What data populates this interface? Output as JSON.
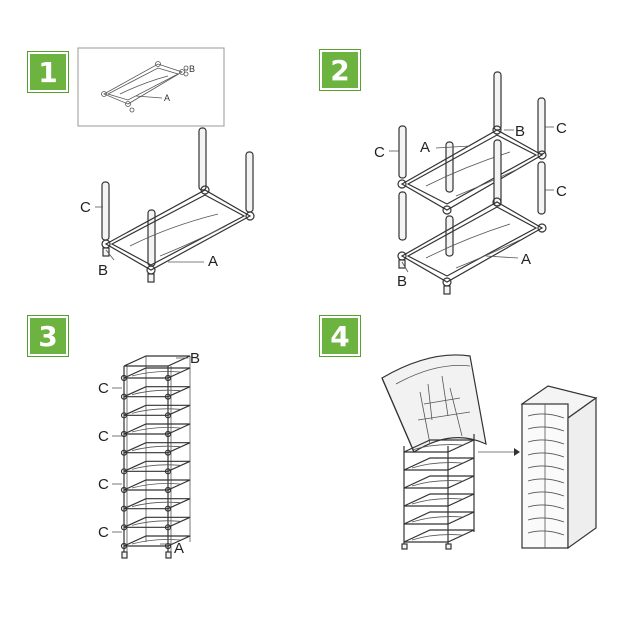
{
  "steps": [
    {
      "number": "1",
      "labels": {
        "a": "A",
        "b": "B",
        "c": "C"
      },
      "inset_labels": {
        "a": "A",
        "b": "B"
      }
    },
    {
      "number": "2",
      "labels": {
        "a_top": "A",
        "b_top": "B",
        "c_left": "C",
        "c_right_top": "C",
        "c_right_mid": "C",
        "a_bottom": "A",
        "b_bottom": "B"
      }
    },
    {
      "number": "3",
      "labels": {
        "b": "B",
        "c1": "C",
        "c2": "C",
        "c3": "C",
        "c4": "C",
        "a": "A"
      }
    },
    {
      "number": "4"
    }
  ],
  "colors": {
    "badge": "#6cb33f",
    "line": "#333333"
  }
}
